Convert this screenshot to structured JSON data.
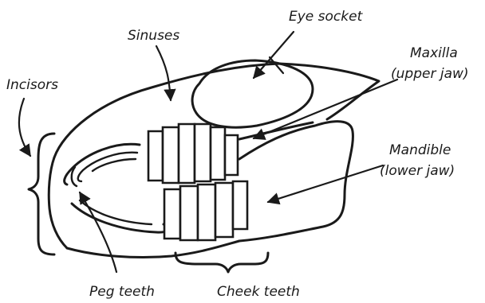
{
  "labels": {
    "eye_socket": "Eye socket",
    "sinuses": "Sinuses",
    "maxilla": "Maxilla",
    "maxilla_sub": "(upper jaw)",
    "incisors": "Incisors",
    "mandible": "Mandible",
    "mandible_sub": "(lower jaw)",
    "peg_teeth": "Peg teeth",
    "cheek_teeth": "Cheek teeth"
  }
}
